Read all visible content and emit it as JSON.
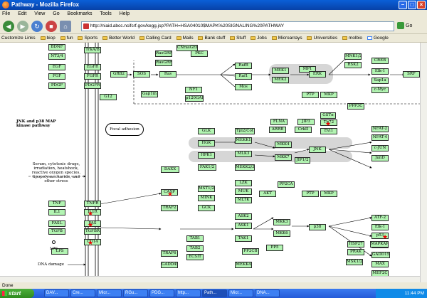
{
  "window": {
    "title": "Pathway - Mozilla Firefox"
  },
  "menu": [
    "File",
    "Edit",
    "View",
    "Go",
    "Bookmarks",
    "Tools",
    "Help"
  ],
  "toolbar": {
    "url": "http://niaid.abcc.ncifcrf.gov/kegg.jsp?PATH=HSA04010$MAPK%20SIGNALING%20PATHWAY",
    "go_label": "Go"
  },
  "bookmarks": [
    "Customize Links",
    "biop",
    "fun",
    "Sports",
    "Better World",
    "Calling Card",
    "Mails",
    "Bank stuff",
    "Stuff",
    "Jobs",
    "Microarrays",
    "Universities",
    "molbio",
    "Google"
  ],
  "pathway": {
    "nodes": [
      "BDNF",
      "NT3/4",
      "EGF",
      "FGF",
      "PDGF",
      "TrkA/B",
      "EGFR",
      "FGFR",
      "PDGFR",
      "GRB2",
      "SOS",
      "RasGRP",
      "RasGRF",
      "PKC",
      "CNrasGEF",
      "Ras",
      "G12",
      "Gap1m",
      "NF1",
      "p120GAP",
      "RafB",
      "Raf1",
      "Mos",
      "MEK1",
      "MEK2",
      "MP1",
      "ERK",
      "PTP",
      "MKP",
      "MNK1/2",
      "RSK2",
      "CREB",
      "Elk-1",
      "Sap1a",
      "c-Myc",
      "SRF",
      "PPP3C",
      "FLNA",
      "JIP3",
      "GSTπ",
      "ARRB",
      "CrkII",
      "Tp72",
      "Evi1",
      "NFAT-2",
      "NFAT-4",
      "c-JUN",
      "JunD",
      "GLK",
      "HGK",
      "HPK1",
      "Tpl2/Cot",
      "MEKK1",
      "MLK3",
      "MEKK2/3",
      "MKK4",
      "MKK7",
      "JNK",
      "JIP1/2",
      "DAXX",
      "FAK1/2",
      "TNF",
      "IL1",
      "FASL",
      "TGFB",
      "LPS",
      "TNFR",
      "IL1R",
      "FAS",
      "TGFBR",
      "CD14",
      "CASP",
      "MST1/2",
      "MINK",
      "GCK",
      "TRAF2",
      "TAB1",
      "TAB2",
      "ECSIT",
      "TRAF6",
      "LZK",
      "MUK",
      "MLTK",
      "AKT",
      "PP2CA",
      "ASK2",
      "ASK1",
      "TAK1",
      "PP2CB",
      "PP5",
      "MKK3",
      "MKK6",
      "PTP",
      "MKP",
      "p38",
      "ATF-2",
      "Elk-1",
      "p53",
      "Sap1a",
      "GADD153",
      "MAX",
      "MEF2C",
      "HSP27",
      "PRAK",
      "MAPKAPK",
      "MSK1/2",
      "CREB",
      "GADD45",
      "MEKK4"
    ],
    "labels": {
      "jnk_title": "JNK and p38 MAP kinase pathway",
      "focal": "Focal adhesion",
      "stress": "Serum, cytotoxic drugs, irradiation, heatshock, reactive oxygen species, lipopolysaccharide, and other stress",
      "dna": "DNA damage",
      "lps": "LPS"
    }
  },
  "status": "Done",
  "taskbar": {
    "start": "start",
    "tasks": [
      "DAV...",
      "Cre...",
      "Micr...",
      "RGu...",
      "PDG...",
      "http...",
      "Path...",
      "Micr...",
      "DNA..."
    ],
    "clock": "11:44 PM"
  }
}
